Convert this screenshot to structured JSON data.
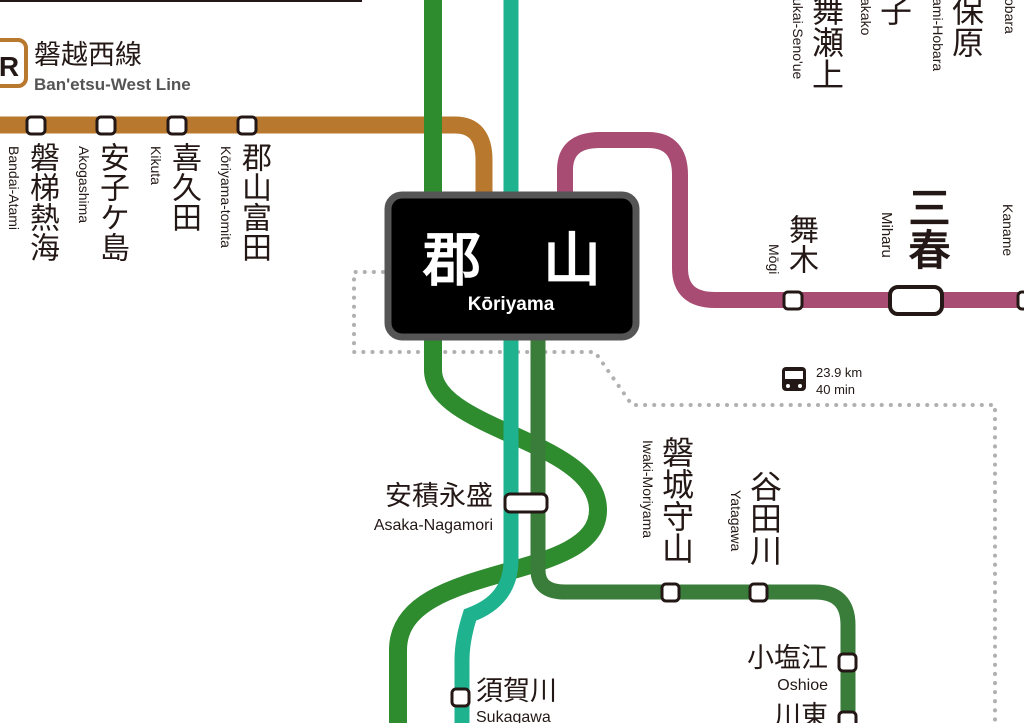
{
  "colors": {
    "banetsu_west": "#b8782e",
    "tohoku_main": "#2e8b2e",
    "shinkansen": "#1fb28f",
    "suigun": "#3a7d3a",
    "banetsu_east": "#a84c74",
    "bus_route": "#b0b0b0",
    "hub_box": "#000000",
    "hub_border": "#555555",
    "ink": "#231815"
  },
  "line_badge": "R",
  "line_name_ja": "磐越西線",
  "line_name_en": "Ban'etsu-West Line",
  "hub": {
    "ja_left": "郡",
    "ja_right": "山",
    "en": "Kōriyama"
  },
  "bus": {
    "icon": "bus-icon",
    "distance": "23.9 km",
    "time": "40 min"
  },
  "west_stations": [
    {
      "id": "bandai-atami",
      "ja": "磐梯熱海",
      "en": "Bandai-Atami"
    },
    {
      "id": "akogashima",
      "ja": "安子ケ島",
      "en": "Akogashima"
    },
    {
      "id": "kikuta",
      "ja": "喜久田",
      "en": "Kikuta"
    },
    {
      "id": "koriyama-tomita",
      "ja": "郡山富田",
      "en": "Kōriyama-tomita"
    }
  ],
  "north_stations": [
    {
      "id": "bukai-senoue",
      "ja": "舞瀬上",
      "en": "ukai-Seno'ue"
    },
    {
      "id": "hako",
      "ja": "子",
      "en": "akako"
    },
    {
      "id": "hobara",
      "ja": "保原",
      "en": "ami-Hobara"
    },
    {
      "id": "bara",
      "ja": "",
      "en": "obara"
    }
  ],
  "east_stations": [
    {
      "id": "mogi",
      "ja": "舞木",
      "en": "Mōgi"
    },
    {
      "id": "miharu",
      "ja": "三春",
      "en": "Miharu"
    },
    {
      "id": "kaname",
      "ja": "",
      "en": "Kaname"
    }
  ],
  "south_stations": [
    {
      "id": "asaka-nagamori",
      "ja": "安積永盛",
      "en": "Asaka-Nagamori"
    },
    {
      "id": "iwaki-moriyama",
      "ja": "磐城守山",
      "en": "Iwaki-Moriyama"
    },
    {
      "id": "yatagawa",
      "ja": "谷田川",
      "en": "Yatagawa"
    },
    {
      "id": "oshioe",
      "ja": "小塩江",
      "en": "Oshioe"
    },
    {
      "id": "sukagawa",
      "ja": "須賀川",
      "en": "Sukagawa"
    },
    {
      "id": "kawahigashi",
      "ja": "川東",
      "en": ""
    }
  ]
}
